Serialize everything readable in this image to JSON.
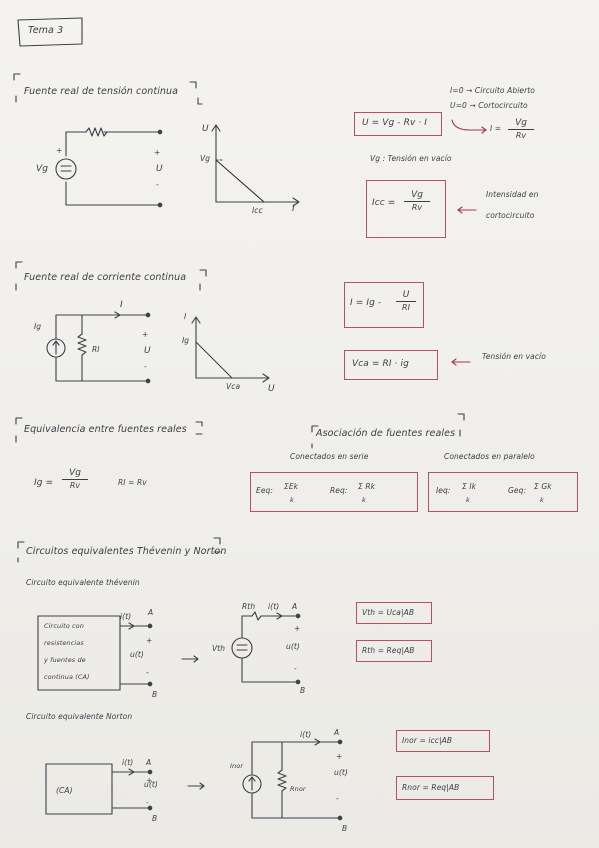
{
  "title": "Tema 3",
  "s1": {
    "heading": "Fuente real de tensión continua",
    "cond_open": "I=0 → Circuito Abierto",
    "cond_short_1": "U=0 → Cortocircuito",
    "cond_short_2": "I =",
    "short_num": "Vg",
    "short_den": "Rv",
    "eq_main": "U = Vg - Rv · I",
    "vg_note": "Vg : Tensión en vacío",
    "icc_lhs": "Icc =",
    "icc_num": "Vg",
    "icc_den": "Rv",
    "icc_note_1": "Intensidad en",
    "icc_note_2": "cortocircuito",
    "lbl_vg": "Vg",
    "lbl_u": "U",
    "lbl_plus": "+",
    "lbl_minus": "-",
    "g_u": "U",
    "g_vg": "Vg",
    "g_icc": "Icc",
    "g_i": "I"
  },
  "s2": {
    "heading": "Fuente real de corriente continua",
    "eq_lhs": "I = Ig -",
    "eq_num": "U",
    "eq_den": "RI",
    "vca_eq": "Vca = RI · ig",
    "vca_note": "Tensión en vacío",
    "lbl_ig": "Ig",
    "lbl_i": "I",
    "lbl_ri": "RI",
    "lbl_u": "U",
    "g_i": "I",
    "g_ig": "Ig",
    "g_vca": "Vca",
    "g_u": "U"
  },
  "s3": {
    "heading": "Equivalencia entre fuentes reales",
    "ig_lhs": "Ig =",
    "ig_num": "Vg",
    "ig_den": "Rv",
    "ri_eq": "RI = Rv"
  },
  "s4": {
    "heading": "Asociación de fuentes reales",
    "serie": "Conectados en serie",
    "paralelo": "Conectados en paralelo",
    "eg_lhs": "Eeq:",
    "eg_sum": "ΣEk",
    "eg_idx": "k",
    "req_lhs": "Req:",
    "req_sum": "Σ Rk",
    "req_idx": "k",
    "ieq_lhs": "Ieq:",
    "ieq_sum": "Σ Ik",
    "ieq_idx": "k",
    "geq_lhs": "Geq:",
    "geq_sum": "Σ Gk",
    "geq_idx": "k"
  },
  "s5": {
    "heading": "Circuitos equivalentes Thévenin y Norton",
    "thevenin_title": "Circuito equivalente thévenin",
    "box_text": [
      "Circuito con",
      "resistencias",
      "y fuentes de",
      "continua (CA)"
    ],
    "i_t": "i(t)",
    "node_a": "A",
    "u_t": "u(t)",
    "node_b": "B",
    "rth": "Rth",
    "vth_src": "Vth",
    "vth_eq": "Vth = Uca|AB",
    "rth_eq": "Rth = Req|AB",
    "norton_title": "Circuito equivalente Norton",
    "ca": "(CA)",
    "inor_src": "Inor",
    "rnor": "Rnor",
    "inor_eq": "Inor = icc|AB",
    "rnor_eq": "Rnor = Req|AB",
    "arrow": "→"
  }
}
